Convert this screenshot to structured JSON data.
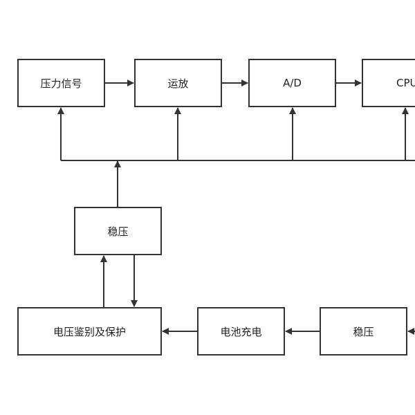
{
  "diagram": {
    "line_color": "#333333",
    "boxes": {
      "pressure_signal": "压力信号",
      "amplifier": "运放",
      "ad": "A/D",
      "cpu": "CPU",
      "regulator_top": "稳压",
      "voltage_protection": "电压鉴别及保护",
      "battery_charge": "电池充电",
      "regulator_bottom": "稳压"
    }
  }
}
